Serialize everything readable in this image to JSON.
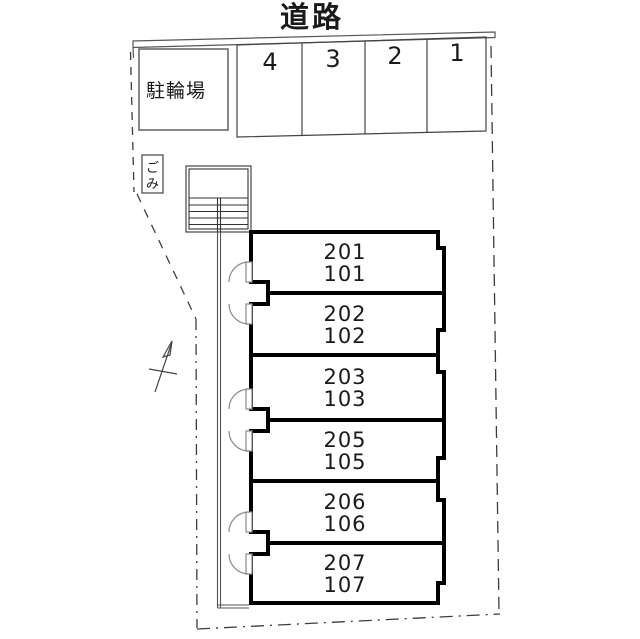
{
  "road": {
    "label": "道路"
  },
  "facilities": {
    "bicycle_parking_label": "駐輪場",
    "trash_chars": [
      "ご",
      "み"
    ]
  },
  "parking": {
    "spaces": [
      "4",
      "3",
      "2",
      "1"
    ]
  },
  "building": {
    "units": [
      {
        "upper": "201",
        "lower": "101"
      },
      {
        "upper": "202",
        "lower": "102"
      },
      {
        "upper": "203",
        "lower": "103"
      },
      {
        "upper": "205",
        "lower": "105"
      },
      {
        "upper": "206",
        "lower": "106"
      },
      {
        "upper": "207",
        "lower": "107"
      }
    ]
  },
  "colors": {
    "background": "#ffffff",
    "thin_line": "#555555",
    "wall": "#000000",
    "door": "#8a8a8a",
    "boundary": "#3c3c3c",
    "text": "#1a1a1a"
  }
}
